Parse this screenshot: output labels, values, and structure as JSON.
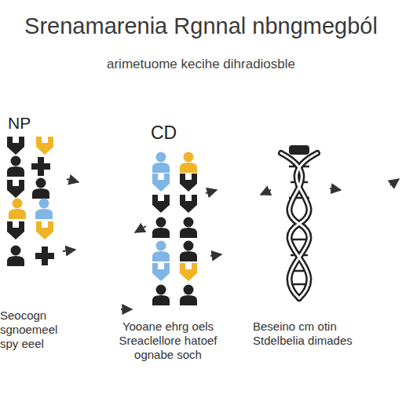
{
  "diagram": {
    "title": "Srenamarenia Rgnnal nbngmegból",
    "labels": [
      "arimetuome kecihe dihradiosble",
      "NP",
      "CD",
      "Seocogn sgnoemeel spy eeel",
      "Yooane ehrg oels Sreaclellore hatoef ognabe soch",
      "Beseino cm otin Stdelbelia dimades"
    ]
  }
}
